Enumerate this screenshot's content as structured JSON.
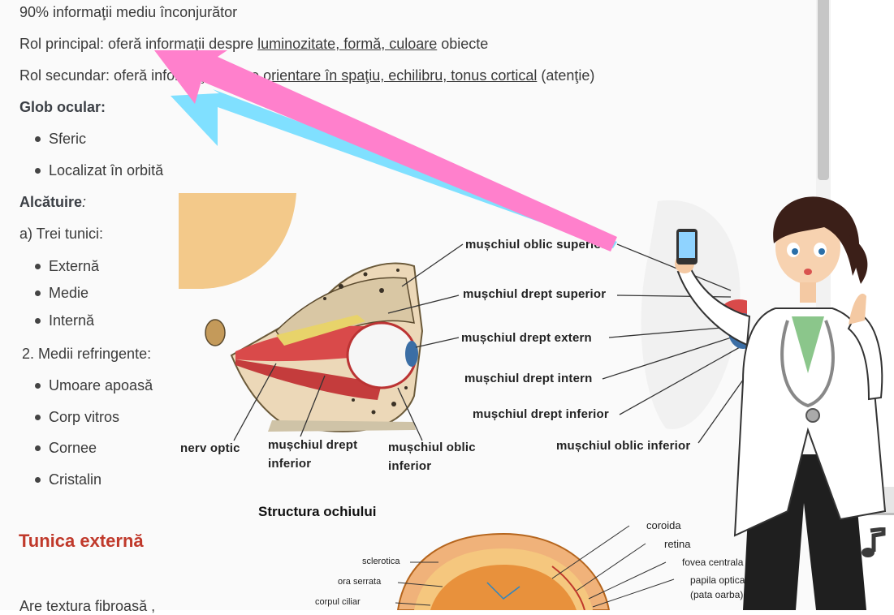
{
  "lesson": {
    "line_percent": "90% informaţii mediu înconjurător",
    "rol_principal_prefix": "Rol principal: oferă informaţii despre ",
    "rol_principal_link": "luminozitate, formă, culoare",
    "rol_principal_suffix": " obiecte",
    "rol_secundar_prefix": "Rol secundar: oferă informaţii despre ",
    "rol_secundar_link": "orientare în spaţiu, echilibru, tonus cortical",
    "rol_secundar_suffix": " (atenţie)",
    "glob_heading": "Glob ocular:",
    "glob_items": [
      "Sferic",
      "Localizat în orbită"
    ],
    "alcatuire_heading": "Alcătuire",
    "alcatuire_colon": ":",
    "tunici_heading": "a) Trei tunici:",
    "tunici_items": [
      "Externă",
      "Medie",
      "Internă"
    ],
    "medii_heading": "2. Medii refringente:",
    "medii_items": [
      "Umoare apoasă",
      "Corp vitros",
      "Cornee",
      "Cristalin"
    ],
    "tunica_externa_heading": "Tunica externă",
    "textura_line": "Are textura fibroasă ,"
  },
  "muscle_diagram": {
    "labels": {
      "oblic_superior": "mușchiul oblic superior",
      "drept_superior": "mușchiul drept superior",
      "drept_extern": "mușchiul drept extern",
      "drept_intern": "mușchiul drept intern",
      "drept_inferior_right": "mușchiul drept inferior",
      "oblic_inferior_right": "mușchiul oblic inferior",
      "nerv_optic": "nerv optic",
      "drept_inferior_line1": "mușchiul drept",
      "drept_inferior_line2": "inferior",
      "oblic_inferior_line1": "mușchiul oblic",
      "oblic_inferior_line2": "inferior"
    }
  },
  "structure_diagram": {
    "title": "Structura ochiului",
    "labels": {
      "coroida": "coroida",
      "retina": "retina",
      "fovea": "fovea centrala",
      "papila_line1": "papila optica",
      "papila_line2": "(pata oarba)",
      "sclerotica": "sclerotica",
      "ora_serrata": "ora serrata",
      "corpul_ciliar": "corpul ciliar"
    }
  },
  "colors": {
    "heading_red": "#c0392b",
    "arrow_pink": "#ff80cc",
    "arrow_cyan": "#80e0ff",
    "scroll_thumb": "#c6c6c6"
  },
  "icons": [
    "music-note-icon",
    "phone-icon",
    "stethoscope-icon"
  ]
}
